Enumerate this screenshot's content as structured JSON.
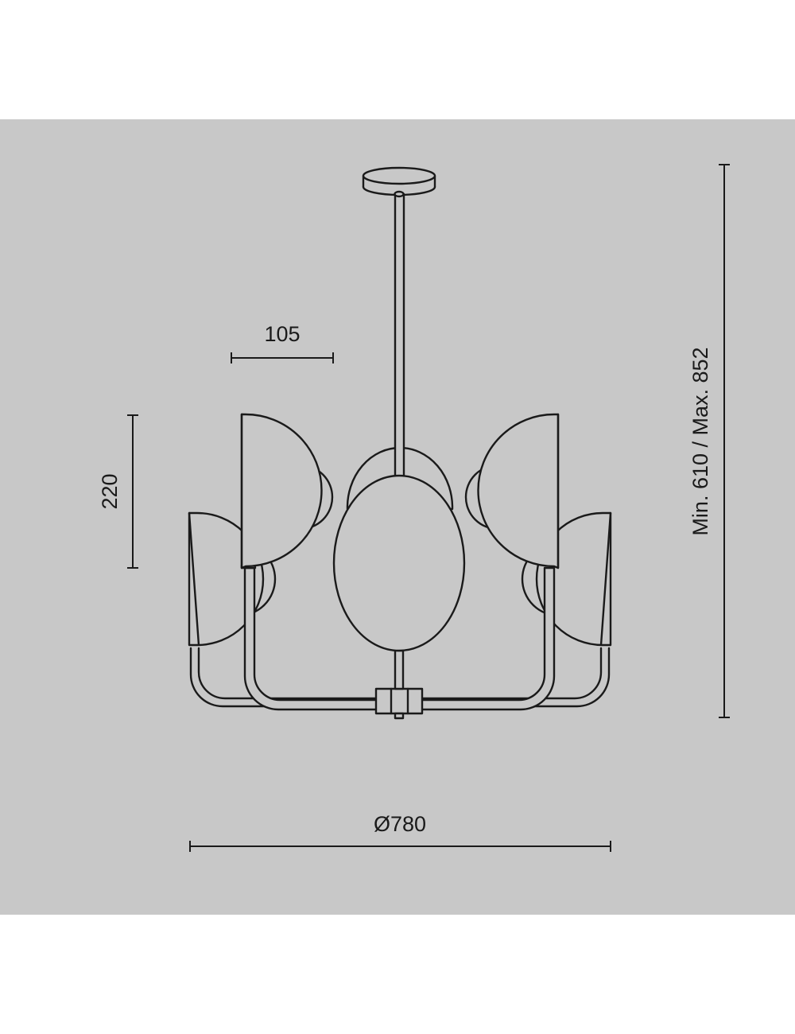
{
  "diagram": {
    "dimensions": {
      "shade_width": "105",
      "shade_height": "220",
      "overall_height": "Min. 610 / Max. 852",
      "diameter": "Ø780"
    },
    "colors": {
      "background": "#c8c8c8",
      "line": "#1a1a1a",
      "page": "#ffffff"
    }
  }
}
